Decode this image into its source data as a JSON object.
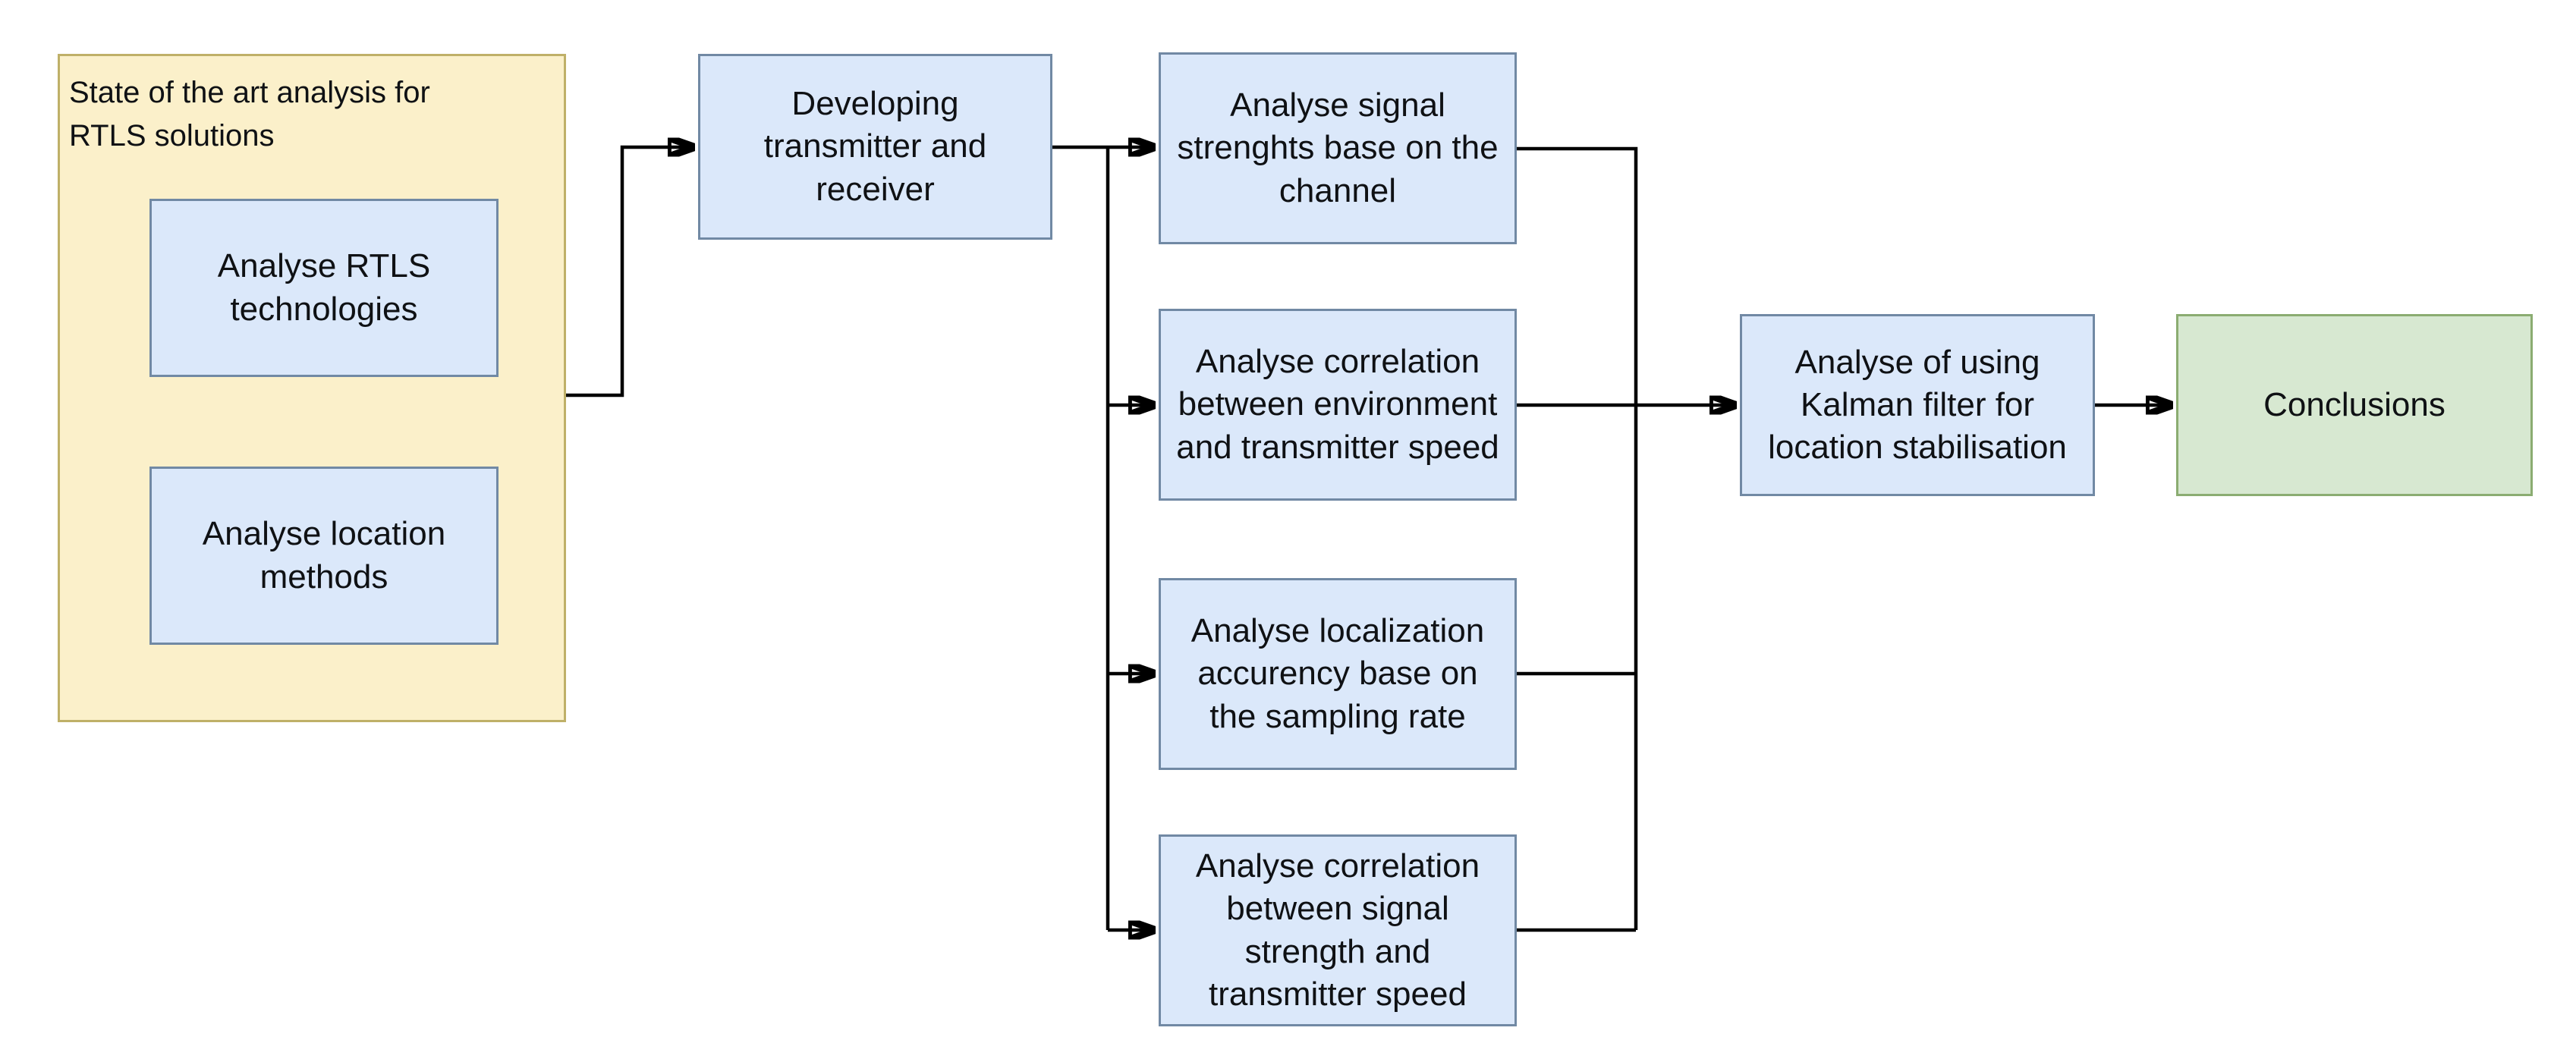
{
  "palette": {
    "background": "#ffffff",
    "group_fill": "#fbf0ca",
    "group_border": "#bfb068",
    "process_fill": "#dbe8fa",
    "process_border": "#7189a4",
    "terminal_fill": "#d7e8d1",
    "terminal_border": "#8bac71",
    "connector_color": "#000000",
    "text_color": "#0f1114"
  },
  "nodes": {
    "state_group": {
      "label": "State of the art analysis for\nRTLS solutions"
    },
    "analyse_rtls": {
      "label": "Analyse RTLS\ntechnologies"
    },
    "analyse_location": {
      "label": "Analyse location\nmethods"
    },
    "developing": {
      "label": "Developing\ntransmitter and\nreceiver"
    },
    "signal_strengths": {
      "label": "Analyse signal\nstrenghts base on the\nchannel"
    },
    "env_correlation": {
      "label": "Analyse correlation\nbetween environment\nand transmitter speed"
    },
    "localization_accuracy": {
      "label": "Analyse localization\naccurency base on\nthe sampling rate"
    },
    "signal_speed_correlation": {
      "label": "Analyse correlation\nbetween signal\nstrength and\ntransmitter speed"
    },
    "kalman": {
      "label": "Analyse of using\nKalman filter for\nlocation stabilisation"
    },
    "conclusions": {
      "label": "Conclusions"
    }
  },
  "edges": [
    {
      "from": "state_group",
      "to": "developing",
      "arrow": true
    },
    {
      "from": "developing",
      "to": "signal_strengths",
      "arrow": true
    },
    {
      "from": "developing",
      "to": "env_correlation",
      "arrow": true
    },
    {
      "from": "developing",
      "to": "localization_accuracy",
      "arrow": true
    },
    {
      "from": "developing",
      "to": "signal_speed_correlation",
      "arrow": true
    },
    {
      "from": "signal_strengths",
      "to": "kalman",
      "arrow": true
    },
    {
      "from": "env_correlation",
      "to": "kalman",
      "arrow": true
    },
    {
      "from": "localization_accuracy",
      "to": "kalman",
      "arrow": true
    },
    {
      "from": "signal_speed_correlation",
      "to": "kalman",
      "arrow": true
    },
    {
      "from": "kalman",
      "to": "conclusions",
      "arrow": true
    }
  ]
}
